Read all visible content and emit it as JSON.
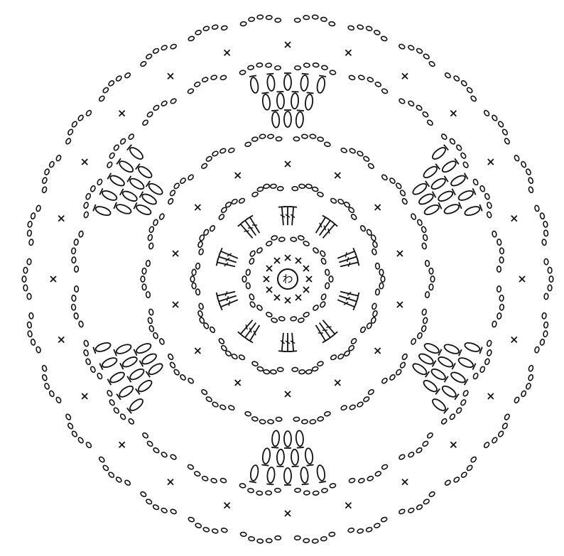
{
  "diagram": {
    "center_label": "わ",
    "ink_color": "#111111",
    "background": "#ffffff",
    "rounds": [
      {
        "motif": "single-crochet",
        "symbol": "×",
        "repeats": 12
      },
      {
        "motif": "chain-arch",
        "chains": 3,
        "repeats": 10
      },
      {
        "motif": "treble-cluster",
        "repeats": 10
      },
      {
        "motif": "chain-arch",
        "chains": 5,
        "repeats": 14
      },
      {
        "motif": "single-crochet",
        "symbol": "×",
        "repeats": 14
      },
      {
        "motif": "chain-arch",
        "chains": 5,
        "repeats": 18
      },
      {
        "motif": "popcorn-fan",
        "repeats": 6
      },
      {
        "motif": "chain-arch",
        "chains": 5,
        "repeats": 24
      },
      {
        "motif": "single-crochet",
        "symbol": "×",
        "repeats": 24
      },
      {
        "motif": "chain-arch",
        "chains": 5,
        "repeats": 30
      }
    ]
  }
}
